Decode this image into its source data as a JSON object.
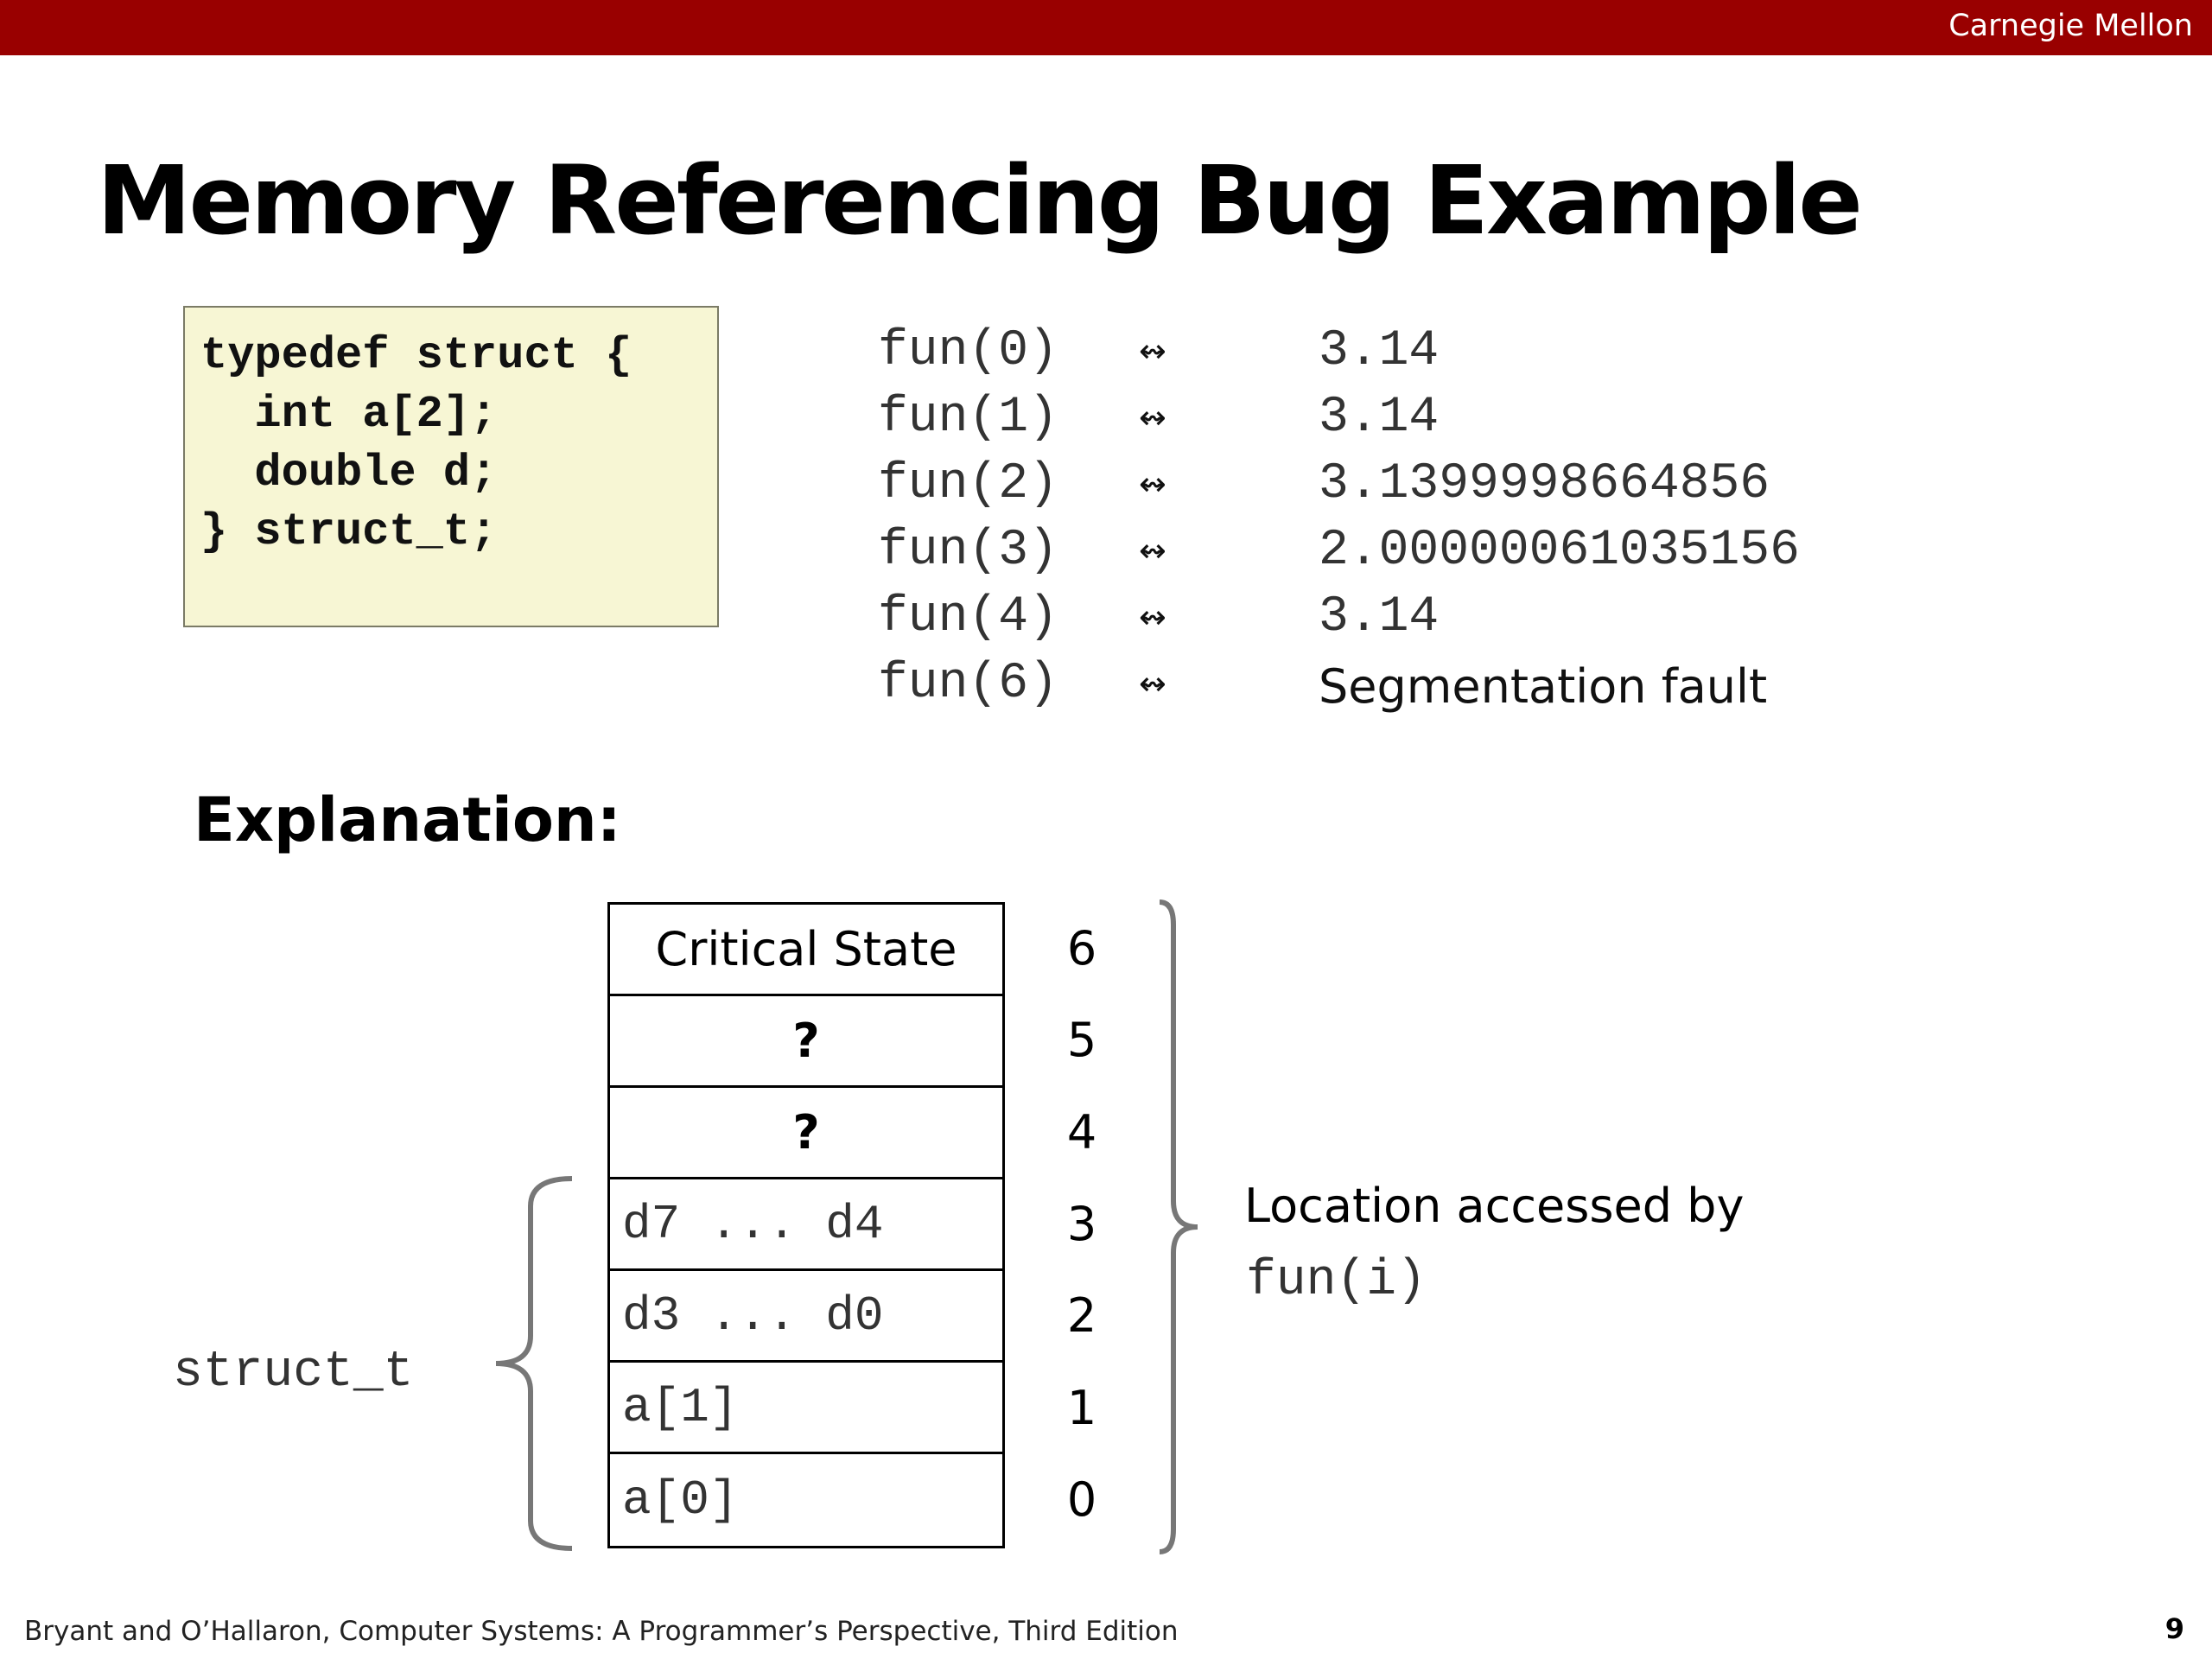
{
  "header": {
    "brand": "Carnegie Mellon"
  },
  "title": "Memory Referencing Bug Example",
  "code": "typedef struct {\n  int a[2];\n  double d;\n} struct_t;",
  "results": [
    {
      "call": "fun(0)",
      "arrow": "↭",
      "value": "3.14",
      "prose": false
    },
    {
      "call": "fun(1)",
      "arrow": "↭",
      "value": "3.14",
      "prose": false
    },
    {
      "call": "fun(2)",
      "arrow": "↭",
      "value": "3.1399998664856",
      "prose": false
    },
    {
      "call": "fun(3)",
      "arrow": "↭",
      "value": "2.00000061035156",
      "prose": false
    },
    {
      "call": "fun(4)",
      "arrow": "↭",
      "value": "3.14",
      "prose": false
    },
    {
      "call": "fun(6)",
      "arrow": "↭",
      "value": "Segmentation fault",
      "prose": true
    }
  ],
  "explanation_heading": "Explanation:",
  "memory": [
    {
      "label": "Critical State",
      "index": "6",
      "style": "text"
    },
    {
      "label": "?",
      "index": "5",
      "style": "bold"
    },
    {
      "label": "?",
      "index": "4",
      "style": "bold"
    },
    {
      "label": "d7 ... d4",
      "index": "3",
      "style": "mono"
    },
    {
      "label": "d3 ... d0",
      "index": "2",
      "style": "mono"
    },
    {
      "label": "a[1]",
      "index": "1",
      "style": "mono"
    },
    {
      "label": "a[0]",
      "index": "0",
      "style": "mono"
    }
  ],
  "location_label": "Location accessed by",
  "location_code": "fun(i)",
  "struct_label": "struct_t",
  "footer": {
    "citation": "Bryant and O’Hallaron, Computer Systems: A Programmer’s Perspective, Third Edition",
    "page": "9"
  }
}
